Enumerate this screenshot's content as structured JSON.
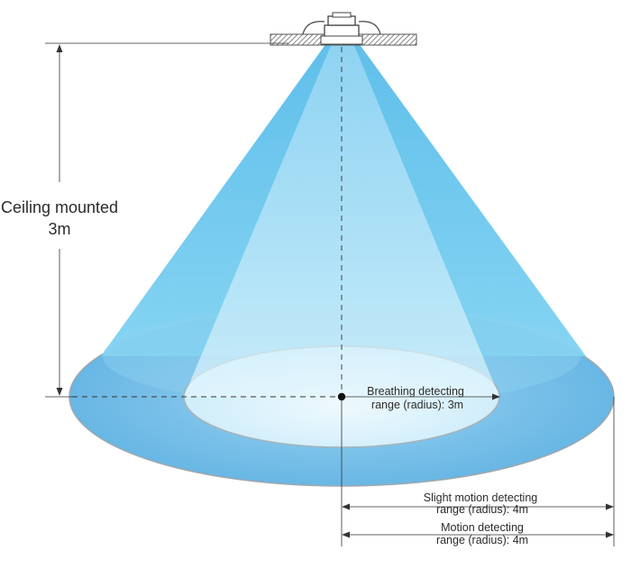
{
  "ceiling": {
    "line1": "Ceiling mounted",
    "line2": "3m"
  },
  "breathing": {
    "line1": "Breathing detecting",
    "line2": "range (radius): 3m"
  },
  "slight_motion": {
    "line1": "Slight motion detecting",
    "line2": "range (radius): 4m"
  },
  "motion": {
    "line1": "Motion detecting",
    "line2": "range (radius): 4m"
  },
  "colors": {
    "outer_beam": "#7fd2f2",
    "inner_beam": "#cdeefb",
    "outer_floor": "#6cb9e6",
    "inner_floor": "#daf1fb",
    "ceiling_hatch": "#555555",
    "text": "#2b2b2b"
  }
}
